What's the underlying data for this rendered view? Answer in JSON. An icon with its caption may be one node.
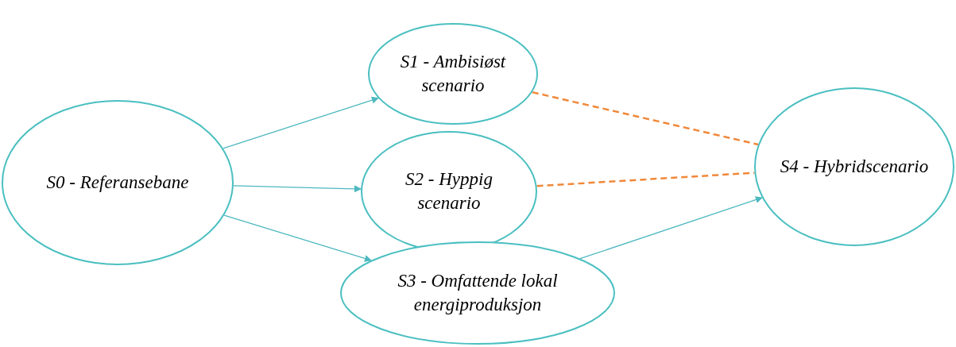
{
  "diagram": {
    "nodes": [
      {
        "text": [
          "S0 - Referansebane"
        ]
      },
      {
        "text": [
          "S1 - Ambisiøst scenario"
        ]
      },
      {
        "text": [
          "S2 - Hyppig scenario"
        ]
      },
      {
        "text": [
          "S3 - Omfattende lokal energiproduksjon"
        ]
      },
      {
        "text": [
          "S4 - Hybridscenario"
        ]
      }
    ],
    "edges": [
      {
        "from": 0,
        "to": 1,
        "arrow": "to"
      },
      {
        "from": 0,
        "to": 2,
        "arrow": "to"
      },
      {
        "from": 0,
        "to": 3,
        "arrow": "to"
      },
      {
        "from": 3,
        "to": 4,
        "arrow": "to"
      },
      {
        "from": 1,
        "to": 4,
        "arrow": "none",
        "style": "dashed",
        "color": "#f0883a"
      },
      {
        "from": 2,
        "to": 4,
        "arrow": "none",
        "style": "dashed",
        "color": "#f0883a"
      }
    ]
  }
}
